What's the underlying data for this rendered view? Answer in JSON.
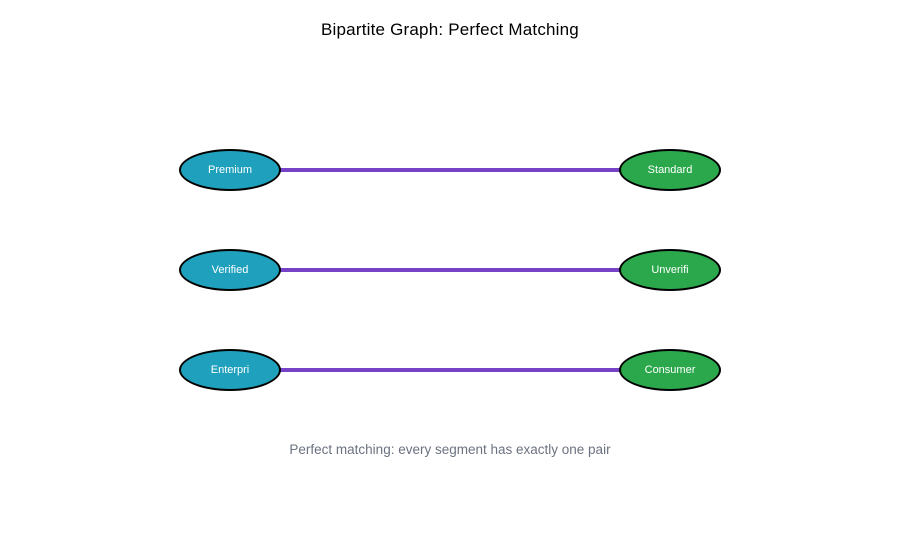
{
  "title": "Bipartite Graph: Perfect Matching",
  "caption": "Perfect matching: every segment has exactly one pair",
  "graph": {
    "type": "bipartite-matching",
    "edges": [
      {
        "left": "Premium",
        "right": "Standard"
      },
      {
        "left": "Verified",
        "right": "Unverifi"
      },
      {
        "left": "Enterpri",
        "right": "Consumer"
      }
    ]
  },
  "colors": {
    "left_fill": "#1fa0bc",
    "right_fill": "#2ba84c",
    "edge": "#7542c8",
    "node_border": "#000000",
    "node_text": "#ffffff",
    "title_text": "#000000",
    "caption_text": "#6b7280"
  }
}
